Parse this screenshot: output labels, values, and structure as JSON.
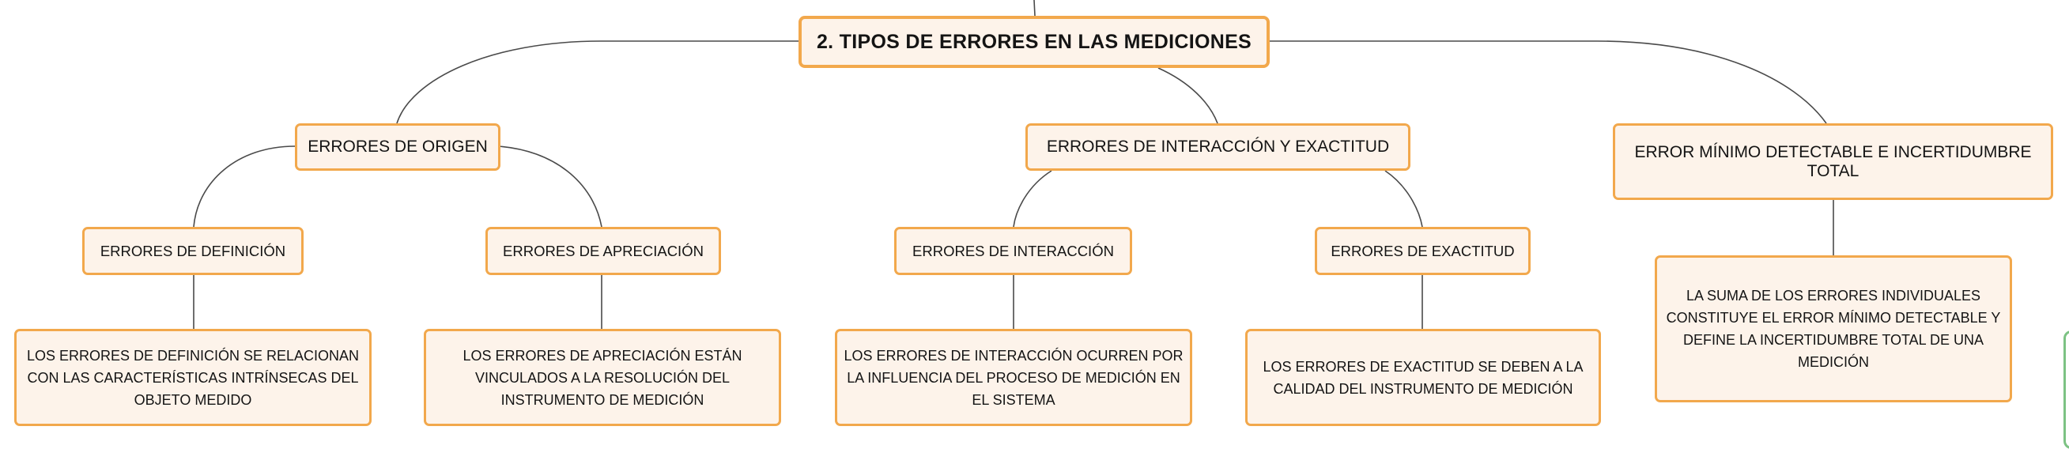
{
  "diagram": {
    "root": {
      "label": "2. TIPOS DE ERRORES EN LAS MEDICIONES"
    },
    "branches": {
      "origen": {
        "label": "ERRORES DE ORIGEN",
        "definicion": {
          "label": "ERRORES DE DEFINICIÓN",
          "detail": "LOS ERRORES DE DEFINICIÓN SE RELACIONAN CON LAS CARACTERÍSTICAS INTRÍNSECAS DEL OBJETO MEDIDO"
        },
        "apreciacion": {
          "label": "ERRORES DE APRECIACIÓN",
          "detail": "LOS ERRORES DE APRECIACIÓN ESTÁN VINCULADOS A LA RESOLUCIÓN DEL INSTRUMENTO DE MEDICIÓN"
        }
      },
      "interaccion_exactitud": {
        "label": "ERRORES DE INTERACCIÓN Y EXACTITUD",
        "interaccion": {
          "label": "ERRORES DE INTERACCIÓN",
          "detail": "LOS ERRORES DE INTERACCIÓN OCURREN POR LA INFLUENCIA DEL PROCESO DE MEDICIÓN EN EL SISTEMA"
        },
        "exactitud": {
          "label": "ERRORES DE EXACTITUD",
          "detail": "LOS ERRORES DE EXACTITUD SE DEBEN A LA CALIDAD DEL INSTRUMENTO DE MEDICIÓN"
        }
      },
      "minimo": {
        "label": "ERROR MÍNIMO DETECTABLE E INCERTIDUMBRE TOTAL",
        "detail": "LA SUMA DE LOS ERRORES INDIVIDUALES CONSTITUYE EL ERROR MÍNIMO DETECTABLE Y DEFINE LA INCERTIDUMBRE TOTAL DE UNA MEDICIÓN"
      }
    }
  },
  "colors": {
    "node_fill": "#fdf3ea",
    "node_border": "#f2a84c",
    "connector": "#4a4a4a",
    "edge_accent": "#7cc283"
  }
}
